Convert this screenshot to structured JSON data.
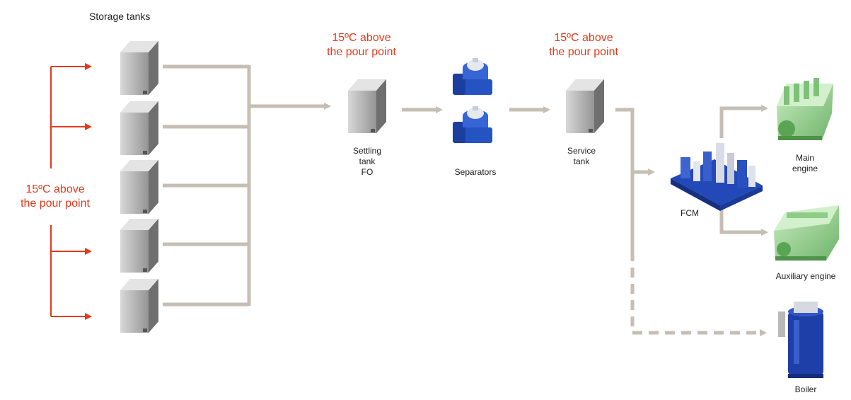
{
  "labels": {
    "storage_tanks": "Storage tanks",
    "settling_l1": "Settling",
    "settling_l2": "tank",
    "settling_l3": "FO",
    "separators": "Separators",
    "service_l1": "Service",
    "service_l2": "tank",
    "fcm": "FCM",
    "main_l1": "Main",
    "main_l2": "engine",
    "auxiliary": "Auxiliary engine",
    "boiler": "Boiler"
  },
  "notes": {
    "left_l1": "15ºC above",
    "left_l2": "the pour point",
    "mid_l1": "15ºC above",
    "mid_l2": "the pour point",
    "right_l1": "15ºC above",
    "right_l2": "the pour point"
  },
  "colors": {
    "pipe": "#c6beb4",
    "heating_arrow": "#e5391a",
    "tank": "#9a9a9a",
    "separator": "#1f4fbf",
    "engine": "#8fcc88",
    "boiler": "#1f3fa8"
  },
  "icons": [
    "storage-tank-icon",
    "settling-tank-icon",
    "separator-icon",
    "service-tank-icon",
    "fcm-unit-icon",
    "main-engine-icon",
    "auxiliary-engine-icon",
    "boiler-icon"
  ]
}
